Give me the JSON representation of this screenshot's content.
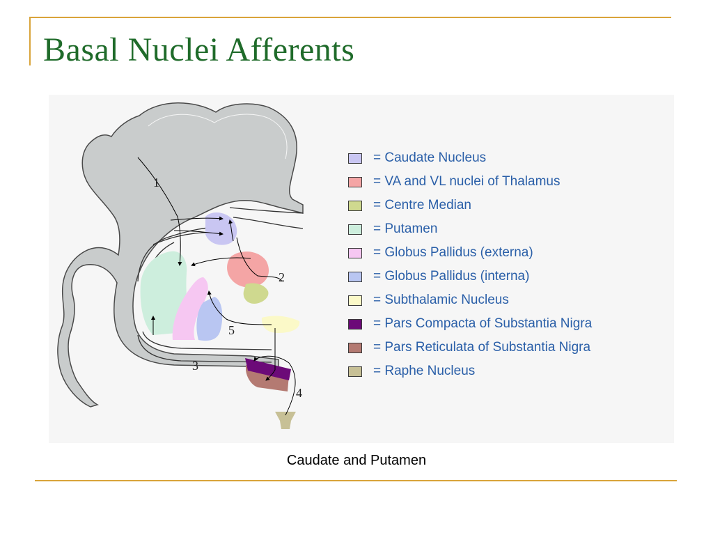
{
  "slide": {
    "title": "Basal Nuclei Afferents",
    "caption": "Caudate and Putamen"
  },
  "colors": {
    "title": "#1f6b2a",
    "accent": "#d9a43a",
    "legend_text": "#2a5fa8"
  },
  "diagram": {
    "pathway_labels": [
      "1",
      "2",
      "3",
      "4",
      "5"
    ],
    "legend": [
      {
        "label": "= Caudate Nucleus",
        "color": "#c9c6f2"
      },
      {
        "label": "= VA and VL nuclei of Thalamus",
        "color": "#f4a5a5"
      },
      {
        "label": "= Centre Median",
        "color": "#cfd98f"
      },
      {
        "label": "= Putamen",
        "color": "#cdeedd"
      },
      {
        "label": "= Globus Pallidus (externa)",
        "color": "#f6c7f2"
      },
      {
        "label": "= Globus Pallidus (interna)",
        "color": "#b9c6f2"
      },
      {
        "label": "= Subthalamic Nucleus",
        "color": "#fbf9c8"
      },
      {
        "label": "= Pars Compacta of Substantia Nigra",
        "color": "#6c0a78"
      },
      {
        "label": "= Pars Reticulata of Substantia Nigra",
        "color": "#b47a72"
      },
      {
        "label": "= Raphe Nucleus",
        "color": "#c7c096"
      }
    ]
  }
}
